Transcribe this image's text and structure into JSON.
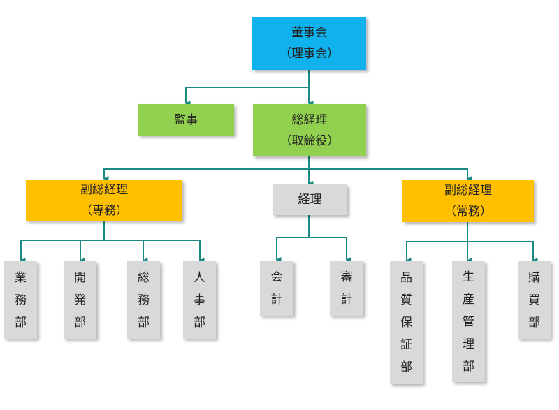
{
  "colors": {
    "board": "#10b2ee",
    "executive": "#92d050",
    "vice_president": "#ffc000",
    "department": "#d9d9d9",
    "connector": "#1a8a83"
  },
  "board": {
    "line1": "董事会",
    "line2": "（理事会）"
  },
  "auditor": {
    "label": "監事"
  },
  "president": {
    "line1": "総経理",
    "line2": "（取締役）"
  },
  "vp_left": {
    "line1": "副総経理",
    "line2": "（専務）",
    "departments": [
      {
        "chars": [
          "業",
          "務",
          "部"
        ]
      },
      {
        "chars": [
          "開",
          "発",
          "部"
        ]
      },
      {
        "chars": [
          "総",
          "務",
          "部"
        ]
      },
      {
        "chars": [
          "人",
          "事",
          "部"
        ]
      }
    ]
  },
  "manager": {
    "label": "経理",
    "departments": [
      {
        "chars": [
          "会",
          "計"
        ]
      },
      {
        "chars": [
          "審",
          "計"
        ]
      }
    ]
  },
  "vp_right": {
    "line1": "副総経理",
    "line2": "（常務）",
    "departments": [
      {
        "chars": [
          "品",
          "質",
          "保",
          "証",
          "部"
        ]
      },
      {
        "chars": [
          "生",
          "産",
          "管",
          "理",
          "部"
        ]
      },
      {
        "chars": [
          "購",
          "買",
          "部"
        ]
      }
    ]
  }
}
